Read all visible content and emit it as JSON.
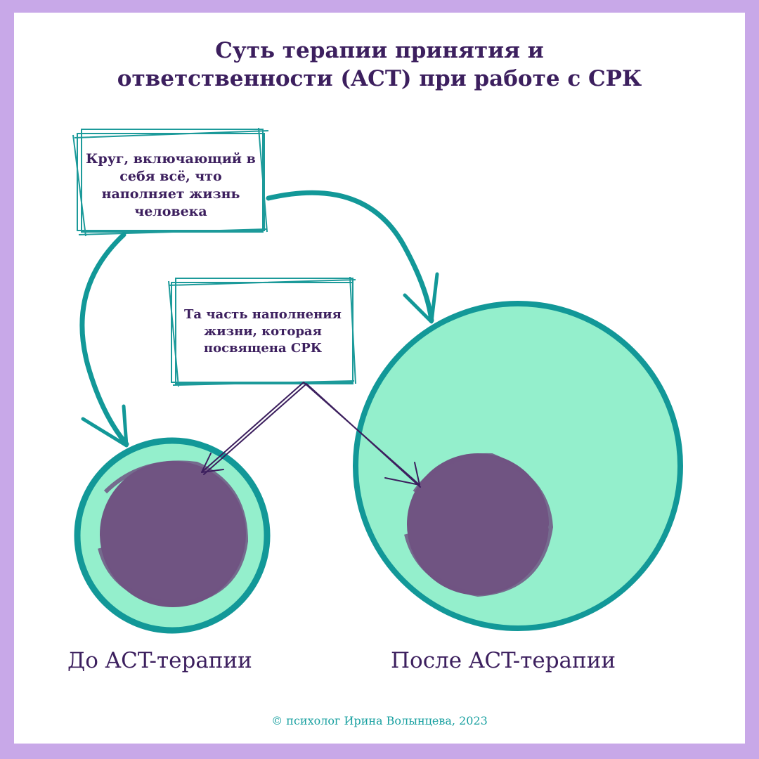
{
  "title": {
    "line1": "Суть терапии принятия и",
    "line2": "ответственности (ACT) при работе с СРК"
  },
  "boxes": {
    "life_circle": {
      "line1": "Круг, включающий в",
      "line2": "себя всё, что",
      "line3": "наполняет жизнь",
      "line4": "человека"
    },
    "ibs_part": {
      "line1": "Та часть наполнения",
      "line2": "жизни, которая",
      "line3": "посвящена СРК"
    }
  },
  "captions": {
    "before": "До ACT-терапии",
    "after": "После ACT-терапии"
  },
  "copyright": "© психолог Ирина Волынцева, 2023",
  "colors": {
    "background_border": "#c8a8e8",
    "teal": "#129898",
    "mint": "#94efcc",
    "purple_fill": "#705482",
    "dark_purple": "#3c1f5e",
    "copyright_teal": "#18a0a0"
  }
}
